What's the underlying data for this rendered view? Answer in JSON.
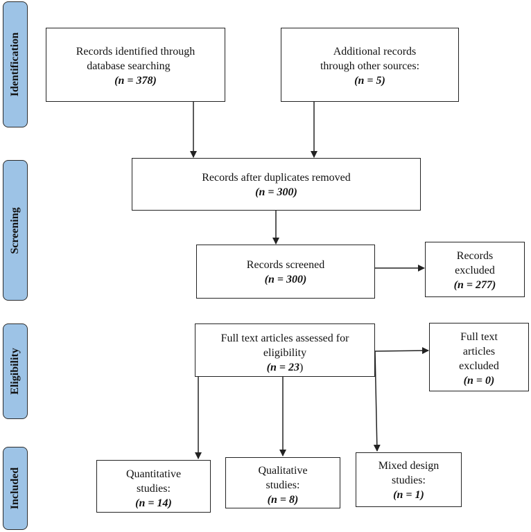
{
  "phases": {
    "identification": "Identification",
    "screening": "Screening",
    "eligibility": "Eligibility",
    "included": "Included"
  },
  "boxes": {
    "database": {
      "line1": "Records identified through",
      "line2": "database searching",
      "count": "(n = 378)"
    },
    "other": {
      "line1": "Additional records",
      "line2": "through other sources:",
      "count": "(n = 5)"
    },
    "dedup": {
      "line1": "Records after duplicates removed",
      "count": "(n = 300)"
    },
    "screened": {
      "line1": "Records screened",
      "count": "(n = 300)"
    },
    "excluded": {
      "line1": "Records",
      "line2": "excluded",
      "count": "(n = 277)"
    },
    "fulltext": {
      "line1": "Full text articles assessed for",
      "line2": "eligibility",
      "count_n": "(n = 23",
      "count_close": ")"
    },
    "fulltext_excluded": {
      "line1": "Full text",
      "line2": "articles",
      "line3": "excluded",
      "count": "(n = 0)"
    },
    "quantitative": {
      "line1": "Quantitative",
      "line2": "studies:",
      "count": "(n = 14)"
    },
    "qualitative": {
      "line1": "Qualitative",
      "line2": "studies:",
      "count": "(n = 8)"
    },
    "mixed": {
      "line1": "Mixed design",
      "line2": "studies:",
      "count": "(n = 1)"
    }
  }
}
